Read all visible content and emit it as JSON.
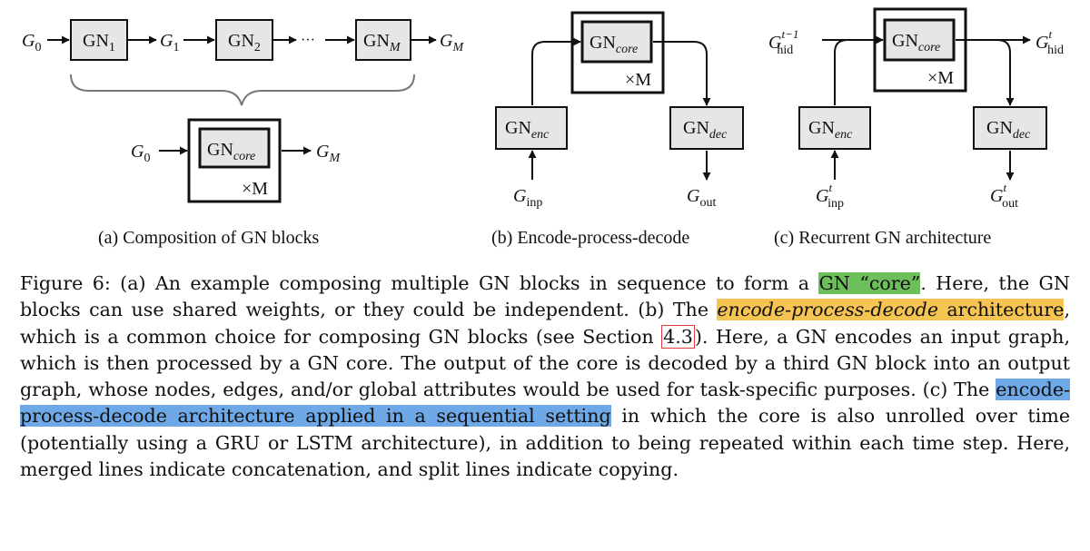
{
  "panel_a": {
    "inputs": [
      "G",
      "G",
      "G"
    ],
    "input_subs": [
      "0",
      "1",
      "M"
    ],
    "blocks": [
      {
        "base": "GN",
        "sub": "1"
      },
      {
        "base": "GN",
        "sub": "2"
      },
      {
        "base": "GN",
        "sub": "M"
      }
    ],
    "ellipsis": "···",
    "core_in": "G",
    "core_in_sub": "0",
    "core_out": "G",
    "core_out_sub": "M",
    "core_base": "GN",
    "core_sub": "core",
    "repeat": "×M",
    "caption": "(a) Composition of GN blocks"
  },
  "panel_b": {
    "core_base": "GN",
    "core_sub": "core",
    "repeat": "×M",
    "enc_base": "GN",
    "enc_sub": "enc",
    "dec_base": "GN",
    "dec_sub": "dec",
    "inp": "G",
    "inp_sub": "inp",
    "out": "G",
    "out_sub": "out",
    "caption": "(b) Encode-process-decode"
  },
  "panel_c": {
    "core_base": "GN",
    "core_sub": "core",
    "repeat": "×M",
    "enc_base": "GN",
    "enc_sub": "enc",
    "dec_base": "GN",
    "dec_sub": "dec",
    "hid_in": "G",
    "hid_in_sup": "t−1",
    "hid_in_sub": "hid",
    "hid_out": "G",
    "hid_out_sup": "t",
    "hid_out_sub": "hid",
    "inp": "G",
    "inp_sup": "t",
    "inp_sub": "inp",
    "out": "G",
    "out_sup": "t",
    "out_sub": "out",
    "caption": "(c) Recurrent GN architecture"
  },
  "caption": {
    "p1": "Figure 6: (a) An example composing multiple GN blocks in sequence to form a ",
    "h1": "GN “core”",
    "p2": ". Here, the GN blocks can use shared weights, or they could be independent. (b) The ",
    "h2": "encode-process-decode",
    "h2b": " architecture",
    "p3": ", which is a common choice for composing GN blocks (see Section ",
    "ref": "4.3",
    "p4": "). Here, a GN encodes an input graph, which is then processed by a GN core. The output of the core is decoded by a third GN block into an output graph, whose nodes, edges, and/or global attributes would be used for task-specific purposes. (c) The ",
    "h3": "encode-process-decode architecture applied in a sequential setting",
    "p5": " in which the core is also unrolled over time (potentially using a GRU or LSTM architecture), in addition to being repeated within each time step. Here, merged lines indicate concatenation, and split lines indicate copying."
  }
}
